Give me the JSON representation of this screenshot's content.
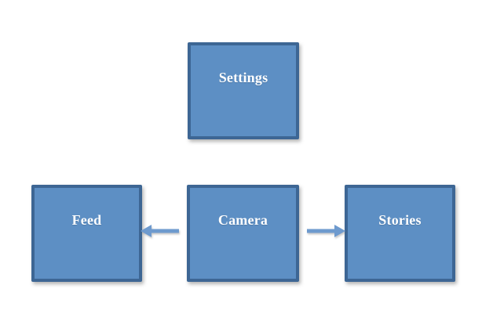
{
  "diagram": {
    "type": "flow-diagram",
    "nodes": [
      {
        "id": "settings",
        "label": "Settings"
      },
      {
        "id": "feed",
        "label": "Feed"
      },
      {
        "id": "camera",
        "label": "Camera"
      },
      {
        "id": "stories",
        "label": "Stories"
      }
    ],
    "edges": [
      {
        "from": "camera",
        "to": "feed",
        "direction": "left"
      },
      {
        "from": "camera",
        "to": "stories",
        "direction": "right"
      }
    ],
    "colors": {
      "node_fill": "#5D8FC4",
      "node_border": "#3D6694",
      "node_text": "#FFFFFF",
      "arrow_color": "#6E9ACE",
      "background": "#FFFFFF"
    }
  }
}
